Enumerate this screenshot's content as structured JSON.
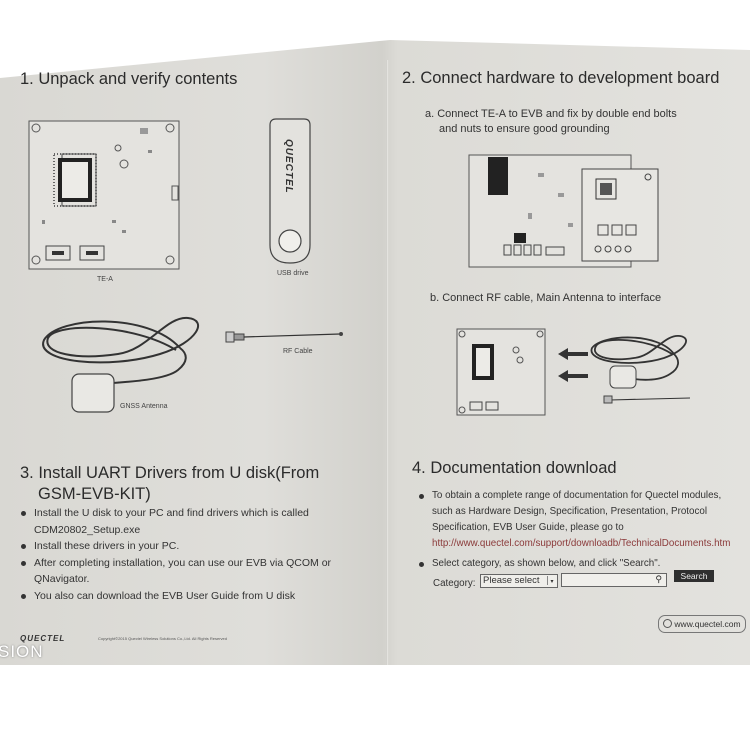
{
  "sections": {
    "s1": {
      "title": "1. Unpack and verify contents",
      "labels": {
        "te_a": "TE-A",
        "usb": "USB drive",
        "rf": "RF Cable",
        "gnss": "GNSS Antenna"
      },
      "usb_brand": "QUECTEL"
    },
    "s2": {
      "title": "2. Connect hardware to development board",
      "step_a_line1": "a. Connect TE-A to EVB and fix by double end bolts",
      "step_a_line2": "and nuts to ensure good grounding",
      "step_b": "b. Connect  RF cable,  Main Antenna to interface"
    },
    "s3": {
      "title_line1": "3. Install UART Drivers from U disk(From",
      "title_line2": "GSM-EVB-KIT)",
      "bullets": [
        "Install the U disk to your PC and find drivers which is called CDM20802_Setup.exe",
        "Install these drivers in  your PC.",
        "After completing installation,  you can use our EVB via QCOM or QNavigator.",
        "You also can download the EVB User Guide from U disk"
      ]
    },
    "s4": {
      "title": "4. Documentation download",
      "bullet1_text": "To obtain a complete range of documentation for Quectel modules, such as Hardware Design,  Specification,  Presentation,  Protocol Specification, EVB User Guide, please  go to",
      "bullet1_link": "http://www.quectel.com/support/downloadb/TechnicalDocuments.htm",
      "bullet2_text": "Select  category, as shown below, and click \"Search\".",
      "category_label": "Category:",
      "select_value": "Please select",
      "search_button": "Search",
      "site_button": "www.quectel.com"
    }
  },
  "footer": {
    "logo": "QUECTEL",
    "copyright": "Copyright©2015 Quectel Wireless Solutions Co.,Ltd. All Rights Reserved"
  },
  "watermark": "SION"
}
